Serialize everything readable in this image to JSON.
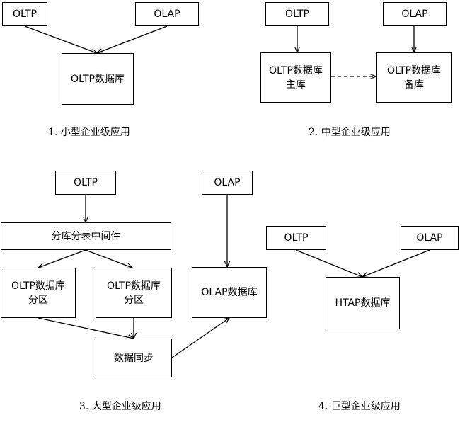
{
  "scenario1": {
    "oltp": "OLTP",
    "olap": "OLAP",
    "db": "OLTP数据库",
    "caption": "1. 小型企业级应用"
  },
  "scenario2": {
    "oltp": "OLTP",
    "olap": "OLAP",
    "primary_line1": "OLTP数据库",
    "primary_line2": "主库",
    "standby_line1": "OLTP数据库",
    "standby_line2": "备库",
    "caption": "2. 中型企业级应用"
  },
  "scenario3": {
    "oltp": "OLTP",
    "olap": "OLAP",
    "middleware": "分库分表中间件",
    "shard_a_line1": "OLTP数据库",
    "shard_a_line2": "分区",
    "shard_b_line1": "OLTP数据库",
    "shard_b_line2": "分区",
    "sync": "数据同步",
    "olap_db": "OLAP数据库",
    "caption": "3. 大型企业级应用"
  },
  "scenario4": {
    "oltp": "OLTP",
    "olap": "OLAP",
    "htap_db": "HTAP数据库",
    "caption": "4. 巨型企业级应用"
  }
}
